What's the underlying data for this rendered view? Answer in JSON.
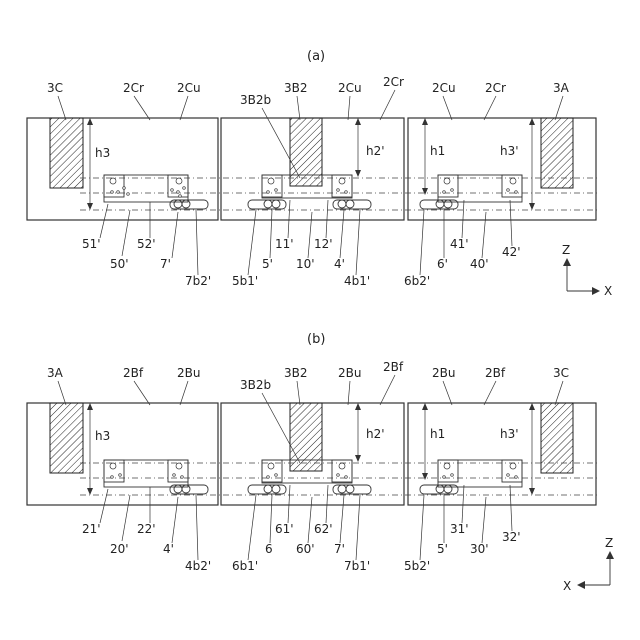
{
  "panels": [
    {
      "id": "a",
      "title": "(a)",
      "labels": {
        "left_top": [
          "3C",
          "2Cr",
          "2Cu"
        ],
        "mid_top": [
          "3B2b",
          "3B2",
          "2Cu",
          "2Cr"
        ],
        "right_top": [
          "2Cu",
          "2Cr",
          "3A"
        ],
        "heights": [
          "h3",
          "h2'",
          "h1",
          "h3'"
        ],
        "left_bottom": [
          "51'",
          "50'",
          "52'",
          "7'",
          "7b2'"
        ],
        "mid_bottom": [
          "5b1'",
          "5'",
          "11'",
          "10'",
          "12'",
          "4'",
          "4b1'"
        ],
        "right_bottom": [
          "6b2'",
          "6'",
          "41'",
          "40'",
          "42'"
        ]
      },
      "axes": {
        "vertical": "Z",
        "horizontal": "X"
      }
    },
    {
      "id": "b",
      "title": "(b)",
      "labels": {
        "left_top": [
          "3A",
          "2Bf",
          "2Bu"
        ],
        "mid_top": [
          "3B2b",
          "3B2",
          "2Bu",
          "2Bf"
        ],
        "right_top": [
          "2Bu",
          "2Bf",
          "3C"
        ],
        "heights": [
          "h3",
          "h2'",
          "h1",
          "h3'"
        ],
        "left_bottom": [
          "21'",
          "20'",
          "22'",
          "4'",
          "4b2'"
        ],
        "mid_bottom": [
          "6b1'",
          "6",
          "61'",
          "60'",
          "62'",
          "7'",
          "7b1'"
        ],
        "right_bottom": [
          "5b2'",
          "5'",
          "31'",
          "30'",
          "32'"
        ]
      },
      "axes": {
        "vertical": "Z",
        "horizontal": "X"
      }
    }
  ]
}
